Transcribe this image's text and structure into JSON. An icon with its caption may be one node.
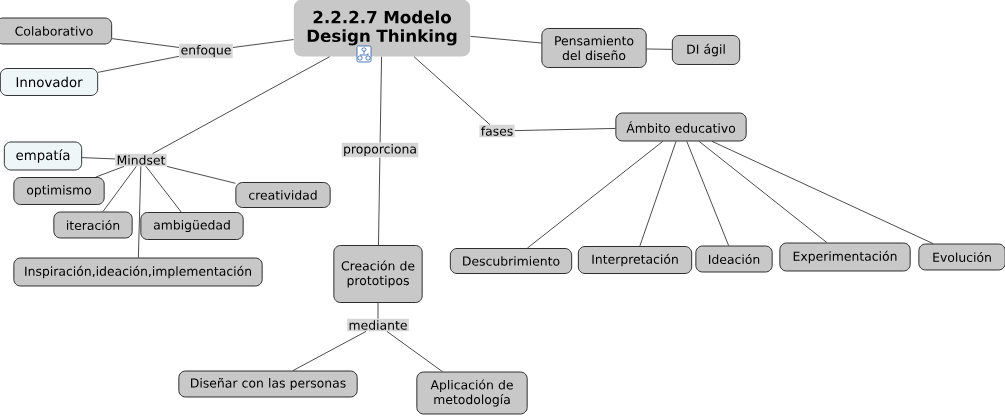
{
  "diagram": {
    "nodes": [
      {
        "text": [
          "2.2.2.7 Modelo Design Thinking"
        ]
      },
      {
        "text": [
          "Colaborativo"
        ]
      },
      {
        "text": [
          "Innovador"
        ]
      },
      {
        "text": [
          "enfoque"
        ]
      },
      {
        "text": [
          "Pensamiento del diseño"
        ]
      },
      {
        "text": [
          "DI ágil"
        ]
      },
      {
        "text": [
          "Mindset"
        ]
      },
      {
        "text": [
          "proporciona"
        ]
      },
      {
        "text": [
          "fases"
        ]
      },
      {
        "text": [
          "Ámbito educativo"
        ]
      },
      {
        "text": [
          "empatía"
        ]
      },
      {
        "text": [
          "optimismo"
        ]
      },
      {
        "text": [
          "iteración"
        ]
      },
      {
        "text": [
          "ambigüedad"
        ]
      },
      {
        "text": [
          "creatividad"
        ]
      },
      {
        "text": [
          "Inspiración,ideación,implementación"
        ]
      },
      {
        "text": [
          "Creación de prototipos"
        ]
      },
      {
        "text": [
          "mediante"
        ]
      },
      {
        "text": [
          "Diseñar con las personas"
        ]
      },
      {
        "text": [
          "Aplicación de metodología"
        ]
      },
      {
        "text": [
          "Descubrimiento"
        ]
      },
      {
        "text": [
          "Interpretación"
        ]
      },
      {
        "text": [
          "Ideación"
        ]
      },
      {
        "text": [
          "Experimentación"
        ]
      },
      {
        "text": [
          "Evolución"
        ]
      }
    ],
    "edges": [
      {
        "from": 0,
        "to": 3,
        "arrow": "none"
      },
      {
        "from": 3,
        "to": 1,
        "arrow": "none"
      },
      {
        "from": 3,
        "to": 2,
        "arrow": "none"
      },
      {
        "from": 0,
        "to": 4,
        "arrow": "none"
      },
      {
        "from": 4,
        "to": 5,
        "arrow": "none"
      },
      {
        "from": 0,
        "to": 6,
        "arrow": "none"
      },
      {
        "from": 6,
        "to": 10,
        "arrow": "none"
      },
      {
        "from": 6,
        "to": 11,
        "arrow": "none"
      },
      {
        "from": 6,
        "to": 12,
        "arrow": "none"
      },
      {
        "from": 6,
        "to": 13,
        "arrow": "none"
      },
      {
        "from": 6,
        "to": 14,
        "arrow": "none"
      },
      {
        "from": 6,
        "to": 15,
        "arrow": "none"
      },
      {
        "from": 0,
        "to": 7,
        "arrow": "none"
      },
      {
        "from": 7,
        "to": 16,
        "arrow": "none"
      },
      {
        "from": 16,
        "to": 17,
        "arrow": "none"
      },
      {
        "from": 17,
        "to": 18,
        "arrow": "none"
      },
      {
        "from": 17,
        "to": 19,
        "arrow": "none"
      },
      {
        "from": 0,
        "to": 8,
        "arrow": "none"
      },
      {
        "from": 8,
        "to": 9,
        "arrow": "none"
      },
      {
        "from": 9,
        "to": 20,
        "arrow": "none"
      },
      {
        "from": 9,
        "to": 21,
        "arrow": "none"
      },
      {
        "from": 9,
        "to": 22,
        "arrow": "none"
      },
      {
        "from": 9,
        "to": 23,
        "arrow": "none"
      },
      {
        "from": 9,
        "to": 24,
        "arrow": "none"
      }
    ]
  }
}
